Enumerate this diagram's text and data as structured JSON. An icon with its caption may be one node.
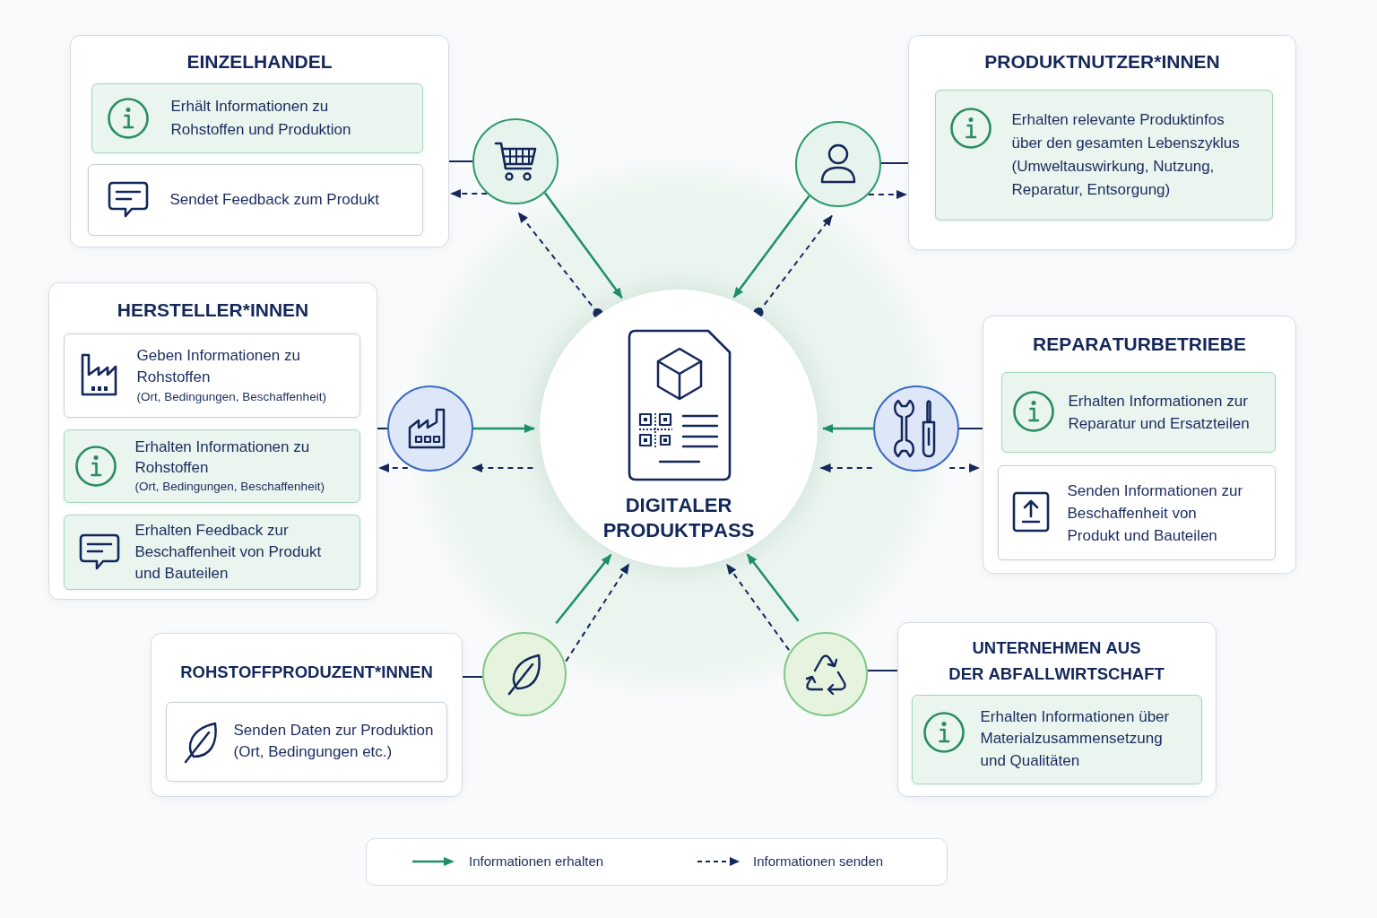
{
  "diagram": {
    "nodes": [
      {
        "text": [
          "DIGITALER PRODUKTPASS"
        ]
      },
      {
        "text": [
          "EINZELHANDEL"
        ]
      },
      {
        "text": [
          "Erhält Informationen zu Rohstoffen und Produktion"
        ],
        "in": 1
      },
      {
        "text": [
          "Sendet Feedback zum Produkt"
        ],
        "in": 1
      },
      {
        "text": [],
        "shape": "circle"
      },
      {
        "text": [
          "PRODUKTNUTZER*INNEN"
        ]
      },
      {
        "text": [
          "Erhalten relevante Produktinfos über den gesamten Lebenszyklus (Umweltauswirkung, Nutzung, Reparatur, Entsorgung)"
        ],
        "in": 5
      },
      {
        "text": [],
        "shape": "circle"
      },
      {
        "text": [
          "HERSTELLER*INNEN"
        ]
      },
      {
        "text": [
          "Geben Informationen zu Rohstoffen",
          "(Ort, Bedingungen, Beschaffenheit)"
        ],
        "in": 8
      },
      {
        "text": [
          "Erhalten Informationen zu Rohstoffen",
          "(Ort, Bedingungen, Beschaffenheit)"
        ],
        "in": 8
      },
      {
        "text": [
          "Erhalten Feedback zur Beschaffenheit von Produkt und Bauteilen"
        ],
        "in": 8
      },
      {
        "text": [],
        "shape": "circle"
      },
      {
        "text": [
          "REPARATURBETRIEBE"
        ]
      },
      {
        "text": [
          "Erhalten Informationen zur Reparatur und Ersatzteilen"
        ],
        "in": 13
      },
      {
        "text": [
          "Senden Informationen zur Beschaffenheit von Produkt und Bauteilen"
        ],
        "in": 13
      },
      {
        "text": [],
        "shape": "circle"
      },
      {
        "text": [
          "ROHSTOFFPRODUZENT*INNEN"
        ]
      },
      {
        "text": [
          "Senden Daten zur Produktion (Ort, Bedingungen etc.)"
        ],
        "in": 17
      },
      {
        "text": [],
        "shape": "circle"
      },
      {
        "text": [
          "UNTERNEHMEN AUS DER ABFALLWIRTSCHAFT"
        ]
      },
      {
        "text": [
          "Erhalten Informationen über Materialzusammensetzung und Qualitäten"
        ],
        "in": 20
      },
      {
        "text": [],
        "shape": "circle"
      }
    ],
    "edges": [
      {
        "from": 1,
        "to": 4,
        "arrow": "none"
      },
      {
        "from": 4,
        "to": 1,
        "arrow": "to",
        "style": "dashed"
      },
      {
        "from": 4,
        "to": 0,
        "arrow": "to",
        "color": "#1f8f68"
      },
      {
        "from": 0,
        "to": 4,
        "arrow": "to",
        "style": "dashed"
      },
      {
        "from": 5,
        "to": 7,
        "arrow": "none"
      },
      {
        "from": 7,
        "to": 5,
        "arrow": "to",
        "style": "dashed"
      },
      {
        "from": 7,
        "to": 0,
        "arrow": "to",
        "color": "#1f8f68"
      },
      {
        "from": 0,
        "to": 7,
        "arrow": "to",
        "style": "dashed"
      },
      {
        "from": 8,
        "to": 12,
        "arrow": "none"
      },
      {
        "from": 12,
        "to": 8,
        "arrow": "to",
        "style": "dashed"
      },
      {
        "from": 12,
        "to": 0,
        "arrow": "to",
        "color": "#1f8f68"
      },
      {
        "from": 0,
        "to": 12,
        "arrow": "to",
        "style": "dashed"
      },
      {
        "from": 13,
        "to": 16,
        "arrow": "none"
      },
      {
        "from": 16,
        "to": 13,
        "arrow": "to",
        "style": "dashed"
      },
      {
        "from": 16,
        "to": 0,
        "arrow": "to",
        "color": "#1f8f68"
      },
      {
        "from": 16,
        "to": 0,
        "arrow": "to",
        "style": "dashed"
      },
      {
        "from": 17,
        "to": 19,
        "arrow": "none"
      },
      {
        "from": 19,
        "to": 0,
        "arrow": "to",
        "color": "#1f8f68"
      },
      {
        "from": 19,
        "to": 0,
        "arrow": "to",
        "style": "dashed"
      },
      {
        "from": 20,
        "to": 22,
        "arrow": "none"
      },
      {
        "from": 22,
        "to": 0,
        "arrow": "to",
        "color": "#1f8f68"
      },
      {
        "from": 22,
        "to": 0,
        "arrow": "to",
        "style": "dashed"
      }
    ],
    "legend": [
      {
        "text": "Informationen erhalten"
      },
      {
        "text": "Informationen senden"
      }
    ]
  }
}
